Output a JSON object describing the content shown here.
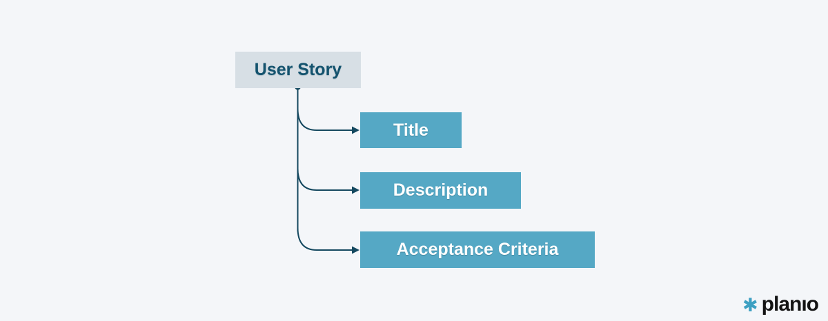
{
  "colors": {
    "bg": "#f4f6f9",
    "root-fill": "#d7dfe5",
    "root-text": "#14536e",
    "child-fill": "#55a8c5",
    "child-text": "#ffffff",
    "line": "#14485f",
    "logo-icon": "#3da0c2",
    "logo-text": "#131313"
  },
  "diagram": {
    "type": "tree",
    "root": {
      "label": "User Story"
    },
    "children": [
      {
        "label": "Title"
      },
      {
        "label": "Description"
      },
      {
        "label": "Acceptance Criteria"
      }
    ]
  },
  "logo": {
    "icon": "✱",
    "text": "planıo"
  }
}
